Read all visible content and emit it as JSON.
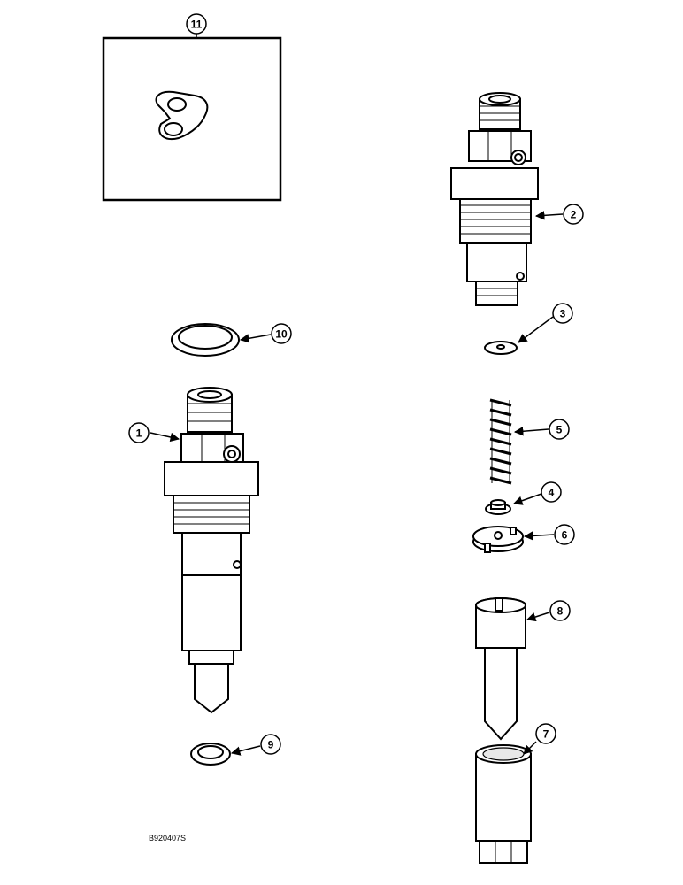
{
  "diagram": {
    "ref_code": "B920407S",
    "callouts": [
      {
        "id": "c1",
        "label": "1"
      },
      {
        "id": "c2",
        "label": "2"
      },
      {
        "id": "c3",
        "label": "3"
      },
      {
        "id": "c4",
        "label": "4"
      },
      {
        "id": "c5",
        "label": "5"
      },
      {
        "id": "c6",
        "label": "6"
      },
      {
        "id": "c7",
        "label": "7"
      },
      {
        "id": "c8",
        "label": "8"
      },
      {
        "id": "c9",
        "label": "9"
      },
      {
        "id": "c10",
        "label": "10"
      },
      {
        "id": "c11",
        "label": "11"
      }
    ]
  }
}
